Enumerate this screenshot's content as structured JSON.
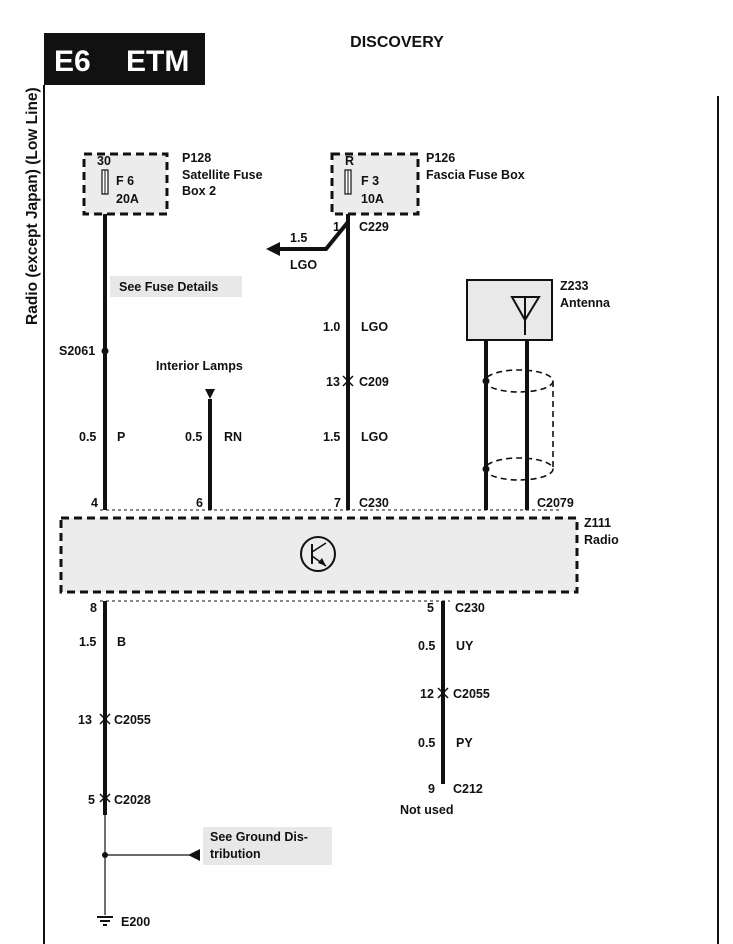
{
  "header": {
    "code": "E6",
    "system": "ETM",
    "title": "DISCOVERY",
    "side_title": "Radio (except Japan) (Low Line)"
  },
  "fuses": [
    {
      "terminal": "30",
      "fuse": "F 6",
      "rating": "20A",
      "ref": "P128",
      "name_line1": "Satellite Fuse",
      "name_line2": "Box 2"
    },
    {
      "terminal": "R",
      "fuse": "F 3",
      "rating": "10A",
      "ref": "P126",
      "name_line1": "Fascia Fuse Box",
      "name_line2": ""
    }
  ],
  "notes": {
    "fuse_details": "See Fuse Details",
    "ground_line1": "See Ground Dis-",
    "ground_line2": "tribution"
  },
  "wires": {
    "branch_size": "1.5",
    "branch_color": "LGO",
    "c229_pin": "1",
    "c229": "C229",
    "lgo1_size": "1.0",
    "lgo1_color": "LGO",
    "c209_pin": "13",
    "c209": "C209",
    "lgo2_size": "1.5",
    "lgo2_color": "LGO",
    "splice": "S2061",
    "p_size": "0.5",
    "p_color": "P",
    "interior_lamps": "Interior Lamps",
    "rn_size": "0.5",
    "rn_color": "RN",
    "pin4": "4",
    "pin6": "6",
    "pin7": "7",
    "c230_top": "C230",
    "c2079": "C2079",
    "antenna_ref": "Z233",
    "antenna_name": "Antenna",
    "radio_ref": "Z111",
    "radio_name": "Radio",
    "pin8": "8",
    "b_size": "1.5",
    "b_color": "B",
    "c2055_left_pin": "13",
    "c2055_left": "C2055",
    "c2028_pin": "5",
    "c2028": "C2028",
    "ground_ref": "E200",
    "pin5": "5",
    "c230_bottom": "C230",
    "uy_size": "0.5",
    "uy_color": "UY",
    "c2055_right_pin": "12",
    "c2055_right": "C2055",
    "py_size": "0.5",
    "py_color": "PY",
    "c212_pin": "9",
    "c212": "C212",
    "not_used": "Not used"
  }
}
